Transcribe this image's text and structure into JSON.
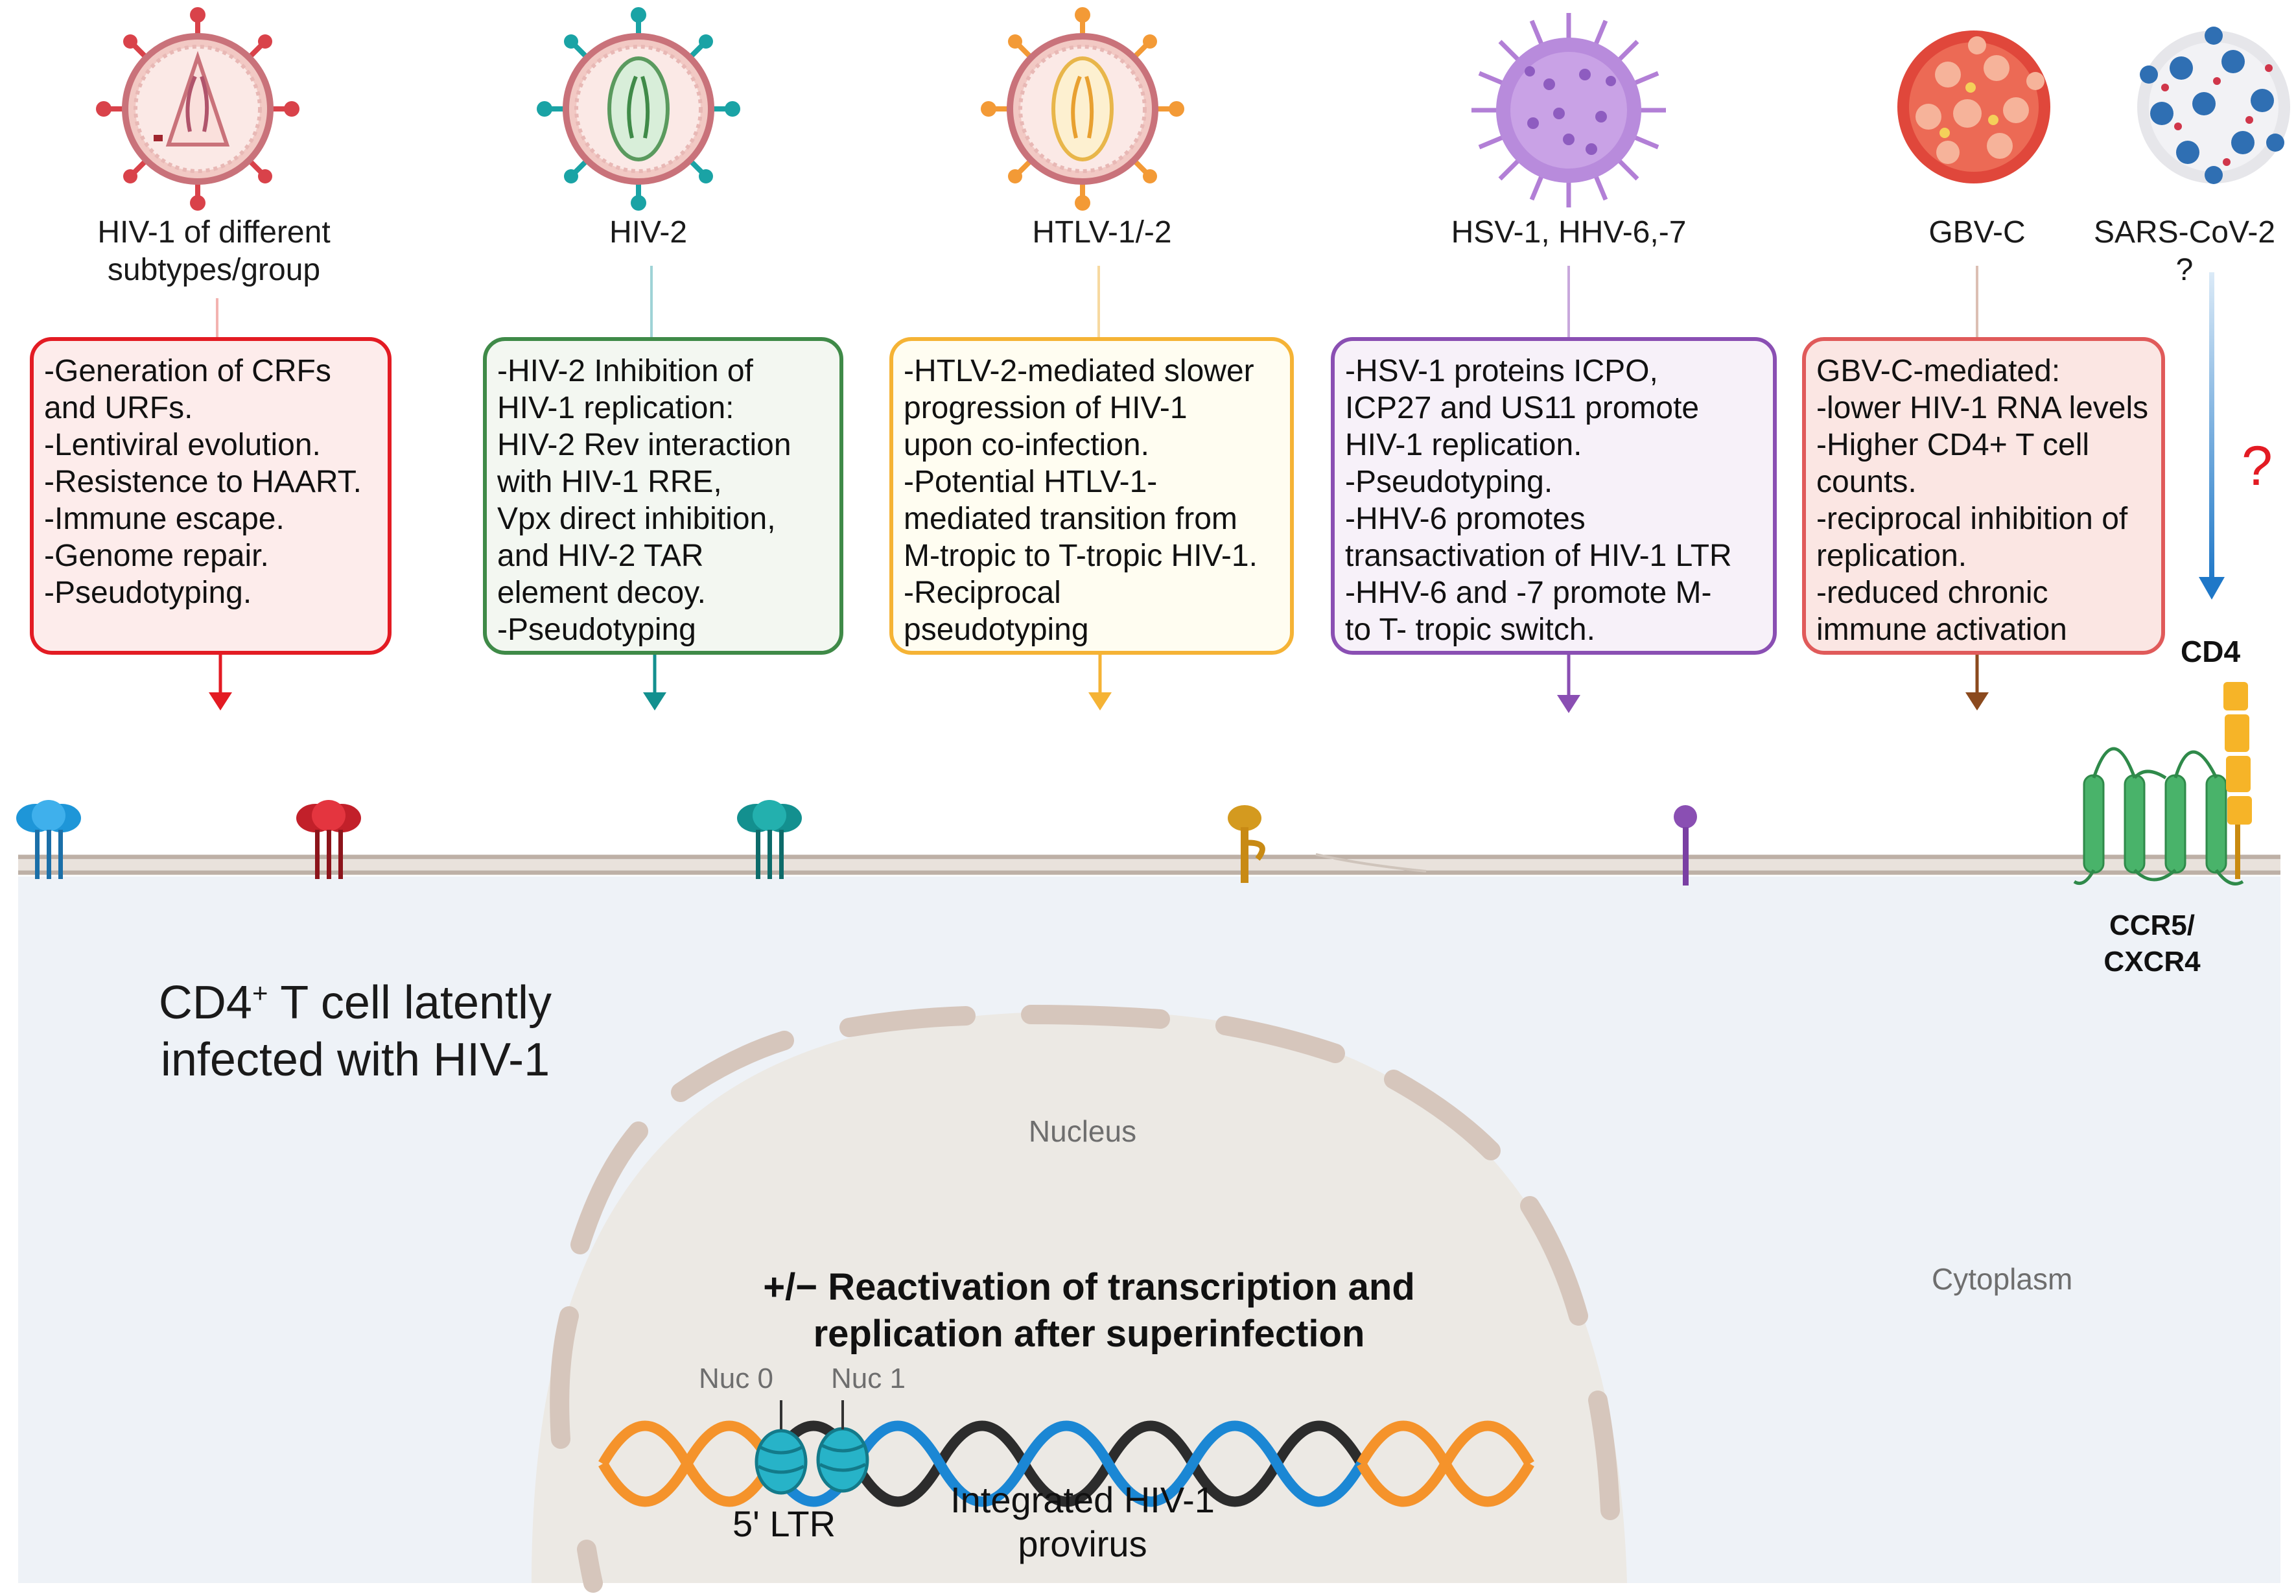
{
  "viruses": [
    {
      "id": "hiv1",
      "label_lines": [
        "HIV-1 of different",
        "subtypes/group"
      ],
      "color": "#e31b23",
      "fill": "#fdeceb",
      "box_lines": [
        "-Generation of CRFs",
        "and URFs.",
        "-Lentiviral evolution.",
        "-Resistence to HAART.",
        "-Immune escape.",
        "-Genome repair.",
        "-Pseudotyping."
      ]
    },
    {
      "id": "hiv2",
      "label_lines": [
        "HIV-2"
      ],
      "color": "#3f8a48",
      "fill": "#f3f7f1",
      "box_lines": [
        "-HIV-2 Inhibition of",
        "HIV-1 replication:",
        "HIV-2 Rev interaction",
        "with HIV-1 RRE,",
        "Vpx direct inhibition,",
        "and HIV-2 TAR",
        "element decoy.",
        "-Pseudotyping"
      ]
    },
    {
      "id": "htlv",
      "label_lines": [
        "HTLV-1/-2"
      ],
      "color": "#f5b335",
      "fill": "#fffdf1",
      "box_lines": [
        "-HTLV-2-mediated slower",
        "progression of HIV-1",
        "upon co-infection.",
        "-Potential HTLV-1-",
        "mediated transition from",
        "M-tropic to T-tropic HIV-1.",
        " -Reciprocal",
        "pseudotyping"
      ]
    },
    {
      "id": "hsv",
      "label_lines": [
        "HSV-1, HHV-6,-7"
      ],
      "color": "#8a4fb3",
      "fill": "#f7f1f9",
      "box_lines": [
        "-HSV-1 proteins ICPO,",
        "ICP27 and US11 promote",
        "HIV-1 replication.",
        "-Pseudotyping.",
        "-HHV-6 promotes",
        "transactivation of HIV-1 LTR",
        "-HHV-6 and -7 promote M-",
        "to T- tropic switch."
      ]
    },
    {
      "id": "gbvc",
      "label_lines": [
        "GBV-C"
      ],
      "color": "#e05a5a",
      "fill": "#fbe6e3",
      "box_lines": [
        "GBV-C-mediated:",
        "-lower HIV-1 RNA levels",
        "-Higher CD4+ T cell",
        "counts.",
        "-reciprocal inhibition of",
        "replication.",
        "-reduced chronic",
        "immune activation"
      ]
    },
    {
      "id": "sars",
      "label_lines": [
        "SARS-CoV-2 ?"
      ],
      "color": "#1f78c8"
    }
  ],
  "question_mark": "?",
  "receptors": {
    "cd4": "CD4",
    "coreceptor_lines": [
      "CCR5/",
      "CXCR4"
    ]
  },
  "cell": {
    "title_prefix": "CD4",
    "title_sup": "+",
    "title_rest": " T cell latently",
    "title_line2": "infected with HIV-1"
  },
  "nucleus_label": "Nucleus",
  "cytoplasm_label": "Cytoplasm",
  "reactivation_lines": [
    "+/− Reactivation of transcription and",
    "replication after superinfection"
  ],
  "nuc_labels": [
    "Nuc 0",
    "Nuc 1"
  ],
  "ltr_label": "5' LTR",
  "provirus_lines": [
    "Integrated HIV-1",
    "provirus"
  ]
}
